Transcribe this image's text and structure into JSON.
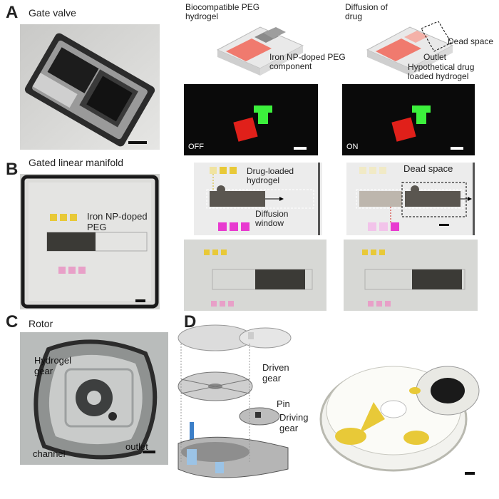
{
  "panels": {
    "A": {
      "letter": "A",
      "title": "Gate valve",
      "annotations": {
        "biocompatible": "Biocompatible PEG hydrogel",
        "iron_np": "Iron NP-doped PEG component",
        "diffusion": "Diffusion of drug",
        "dead_space": "Dead space",
        "outlet": "Outlet",
        "hypothetical": "Hypothetical drug loaded hydrogel"
      },
      "states": {
        "off": "OFF",
        "on": "ON"
      }
    },
    "B": {
      "letter": "B",
      "title": "Gated linear manifold",
      "annotations": {
        "iron_np": "Iron NP-doped PEG",
        "drug_loaded": "Drug-loaded hydrogel",
        "diffusion_window": "Diffusion window",
        "dead_space": "Dead space"
      }
    },
    "C": {
      "letter": "C",
      "title": "Rotor",
      "annotations": {
        "hydrogel_gear": "Hydrogel gear",
        "channel": "channel",
        "outlet": "outlet"
      }
    },
    "D": {
      "letter": "D",
      "annotations": {
        "driven_gear": "Driven gear",
        "pin": "Pin",
        "driving_gear": "Driving gear"
      }
    }
  },
  "colors": {
    "hydrogel_red": "#f07a6e",
    "fluor_red": "#e0201a",
    "fluor_green": "#3cf03c",
    "yellow": "#e8c938",
    "magenta": "#e83ad0",
    "dark_gel": "#555048"
  }
}
